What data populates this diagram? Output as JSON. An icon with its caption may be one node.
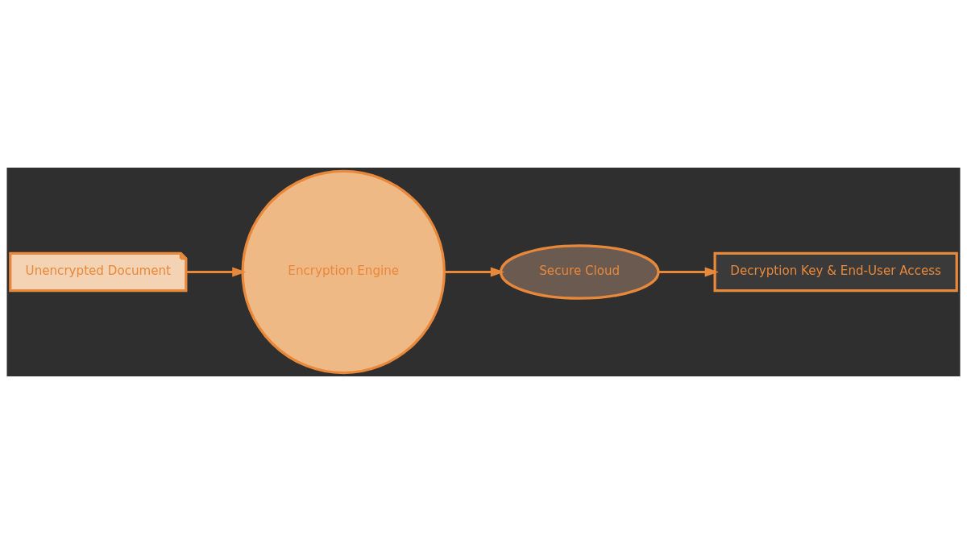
{
  "diagram": {
    "nodes": [
      {
        "text": [
          "Unencrypted Document"
        ]
      },
      {
        "text": [
          "Encryption Engine"
        ]
      },
      {
        "text": [
          "Secure Cloud"
        ]
      },
      {
        "text": [
          "Decryption Key & End-User Access"
        ]
      }
    ],
    "edges": [
      {
        "from": 0,
        "to": 1,
        "arrow": "to"
      },
      {
        "from": 1,
        "to": 2,
        "arrow": "to"
      },
      {
        "from": 2,
        "to": 3,
        "arrow": "to"
      }
    ]
  }
}
